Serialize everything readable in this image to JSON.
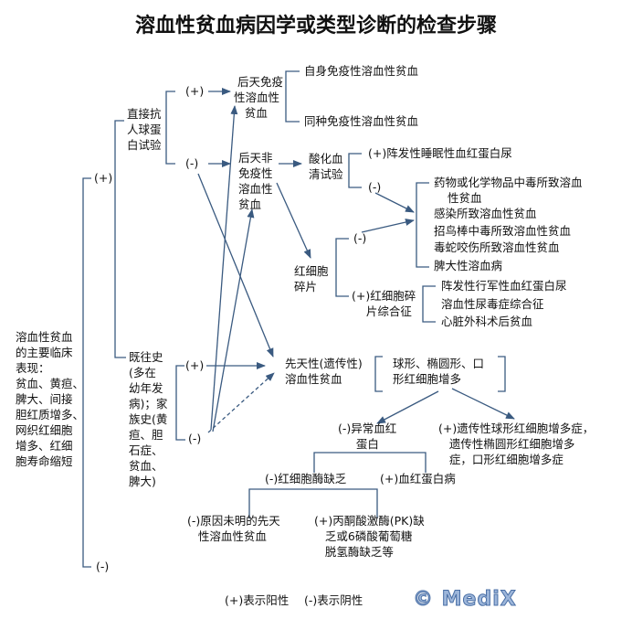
{
  "title": "溶血性贫血病因学或类型诊断的检查步骤",
  "root": "溶血性贫血\n的主要临床\n表现：\n贫血、黄疸、\n脾大、间接\n胆红质增多、\n网织红细胞\n增多、红细\n胞寿命缩短",
  "pos": "(+)",
  "neg": "(-)",
  "coombs": "直接抗\n人球蛋\n白试验",
  "history": "既往史\n(多在\n幼年发\n病)；家\n族史(黄\n疸、胆\n石症、\n贫血、\n脾大)",
  "acquired_immune": " 后天免疫\n性溶血性\n   贫血",
  "autoimmune": "自身免疫性溶血性贫血",
  "alloimmune": "同种免疫性溶血性贫血",
  "acquired_nonimmune": "后天非\n免疫性\n溶血性\n贫血",
  "acid_serum": "酸化血\n清试验",
  "pnh": "(+)阵发性睡眠性血红蛋白尿",
  "nonimmune_list": [
    "药物或化学物品中毒所致溶血",
    "性贫血",
    "感染所致溶血性贫血",
    "招鸟棒中毒所致溶血性贫血",
    "毒蛇咬伤所致溶血性贫血",
    "脾大性溶血病"
  ],
  "fragments": "红细胞\n碎片",
  "fragment_syndrome": "(+)红细胞碎\n    片综合征",
  "fragment_list": [
    "阵发性行军性血红蛋白尿",
    "溶血性尿毒症综合征",
    "心脏外科术后贫血"
  ],
  "congenital": "先天性(遗传性)\n溶血性贫血",
  "morphology": "球形、椭圆形、口\n形红细胞增多",
  "abnormal_hb": "(-)异常血红\n     蛋白",
  "hereditary_shape": "(+)遗传性球形红细胞增多症，\n   遗传性椭圆形红细胞增多\n   症，口形红细胞增多症",
  "enzyme_def": "(-)红细胞酶缺乏",
  "hemoglobinopathy": "(+)血红蛋白病",
  "unknown_congenital": "(-)原因未明的先天\n   性溶血性贫血",
  "pk_def": "(+)丙酮酸激酶(PK)缺\n   乏或6磷酸葡萄糖\n   脱氢酶缺乏等",
  "legend_pos": "(+)表示阳性",
  "legend_neg": "(-)表示阴性",
  "logo": "© MediX",
  "line_color": "#3a5a80"
}
